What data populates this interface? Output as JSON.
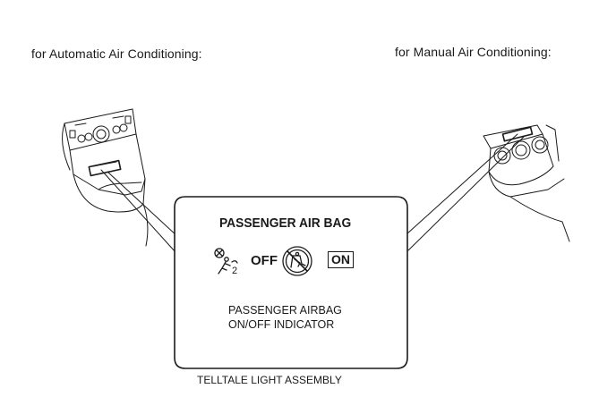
{
  "captions": {
    "automatic": "for Automatic Air Conditioning:",
    "manual": "for Manual Air Conditioning:"
  },
  "panel": {
    "title": "PASSENGER AIR BAG",
    "off_label": "OFF",
    "on_label": "ON",
    "indicator_line1": "PASSENGER AIRBAG",
    "indicator_line2": "ON/OFF INDICATOR"
  },
  "assembly_label": "TELLTALE LIGHT ASSEMBLY",
  "icons": {
    "off": "airbag-off-passenger-icon",
    "on": "child-seat-prohibited-icon"
  },
  "colors": {
    "line": "#1a1a1a",
    "background": "#ffffff"
  }
}
